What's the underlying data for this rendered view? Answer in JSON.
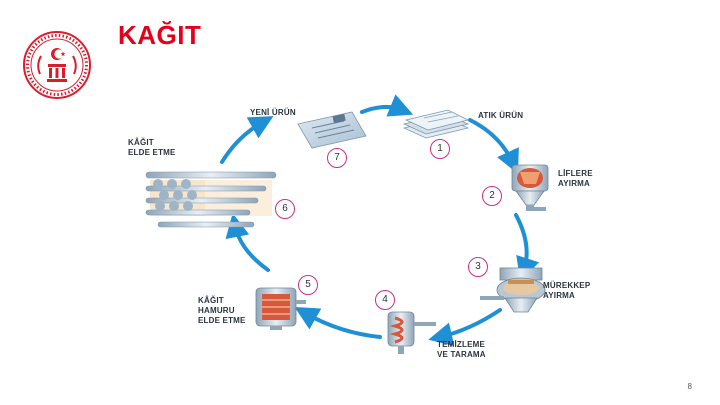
{
  "slide": {
    "title": "KAĞIT",
    "page_number": "8",
    "logo_icon": "ministry-seal-icon",
    "accent_color": "#e2001a",
    "cycle_arrow_color": "#1f8fd6",
    "step_badge_color": "#c7308c"
  },
  "cycle": {
    "steps": [
      {
        "number": "1",
        "label": "ATIK ÜRÜN",
        "icon": "stacked-paper-icon"
      },
      {
        "number": "2",
        "label": "LİFLERE\nAYIRMA",
        "icon": "pulper-tank-icon"
      },
      {
        "number": "3",
        "label": "MÜREKKEP\nAYIRMA",
        "icon": "deinking-tank-icon"
      },
      {
        "number": "4",
        "label": "TEMİZLEME\nVE TARAMA",
        "icon": "cleaning-screen-icon"
      },
      {
        "number": "5",
        "label": "KÂĞIT\nHAMURU\nELDE ETME",
        "icon": "pulp-machine-icon"
      },
      {
        "number": "6",
        "label": "",
        "icon": "paper-machine-rollers-icon"
      },
      {
        "number": "7",
        "label": "YENİ ÜRÜN",
        "icon": "new-paper-product-icon"
      }
    ],
    "paper_making_label": "KÂĞIT\nELDE ETME"
  }
}
